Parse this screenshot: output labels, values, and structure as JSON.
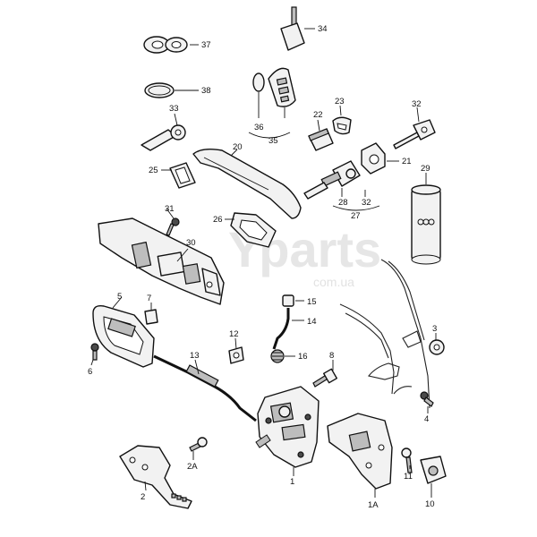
{
  "watermark": {
    "main": "Yparts",
    "sub": "com.ua"
  },
  "callouts": {
    "c1": "1",
    "c1A": "1A",
    "c2": "2",
    "c2A": "2A",
    "c3": "3",
    "c4": "4",
    "c5": "5",
    "c6": "6",
    "c7": "7",
    "c8": "8",
    "c10": "10",
    "c11": "11",
    "c12": "12",
    "c13": "13",
    "c14": "14",
    "c15": "15",
    "c16": "16",
    "c20": "20",
    "c21": "21",
    "c22": "22",
    "c23": "23",
    "c25": "25",
    "c26": "26",
    "c27": "27",
    "c28": "28",
    "c29": "29",
    "c30": "30",
    "c31": "31",
    "c32a": "32",
    "c32b": "32",
    "c33": "33",
    "c34": "34",
    "c35": "35",
    "c36": "36",
    "c37": "37",
    "c38": "38"
  }
}
